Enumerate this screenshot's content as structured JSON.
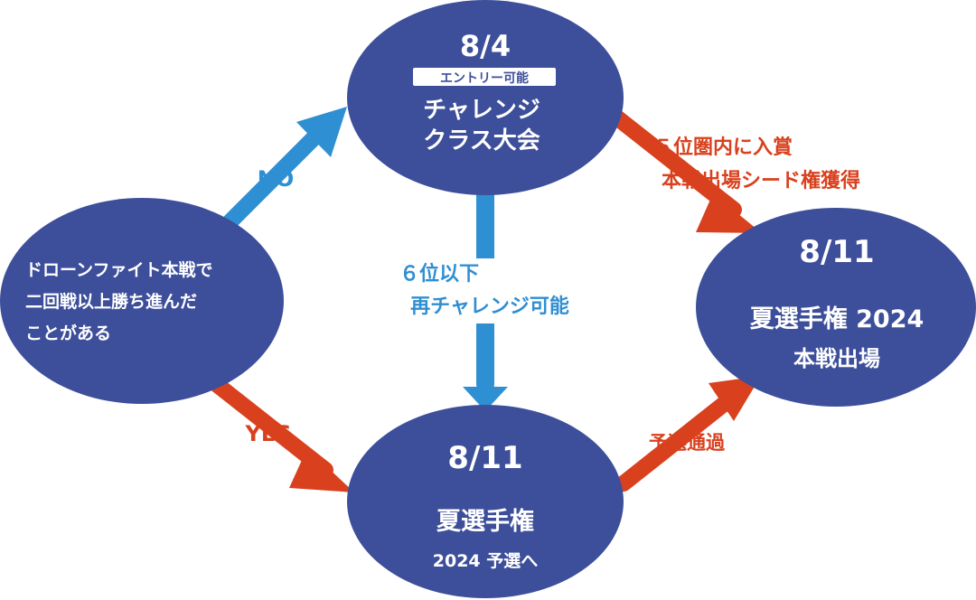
{
  "colors": {
    "node_fill": "#3d4f9a",
    "arrow_red": "#d9411e",
    "arrow_blue": "#2f8fd3",
    "badge_bg": "#ffffff"
  },
  "nodes": {
    "challenge": {
      "date": "8/4",
      "badge": "エントリー可能",
      "line1": "チャレンジ",
      "line2": "クラス大会"
    },
    "start": {
      "line1": "ドローンファイト本戦で",
      "line2": "二回戦以上勝ち進んだ",
      "line3": "ことがある"
    },
    "main": {
      "date": "8/11",
      "line1": "夏選手権 2024",
      "line2": "本戦出場"
    },
    "qualifier": {
      "date": "8/11",
      "line1": "夏選手権",
      "line2": "2024 予選へ"
    }
  },
  "edges": {
    "no_label": "NO",
    "yes_label": "YES",
    "top5_line1": "５位圏内に入賞",
    "top5_line2": "本戦出場シード権獲得",
    "rank6_line1": "６位以下",
    "rank6_line2": "再チャレンジ可能",
    "pass_label": "予選通過"
  }
}
